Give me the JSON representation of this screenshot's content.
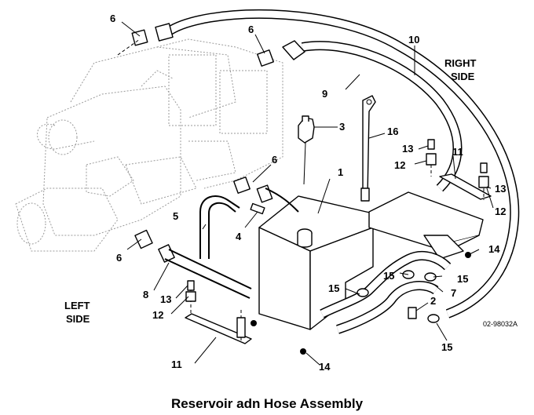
{
  "caption": "Reservoir adn Hose Assembly",
  "figure_code": "02-98032A",
  "side_labels": {
    "right_line1": "RIGHT",
    "right_line2": "SIDE",
    "left_line1": "LEFT",
    "left_line2": "SIDE"
  },
  "callouts": {
    "c1": "1",
    "c2": "2",
    "c3": "3",
    "c4": "4",
    "c5": "5",
    "c6a": "6",
    "c6b": "6",
    "c6c": "6",
    "c6d": "6",
    "c7": "7",
    "c8": "8",
    "c9": "9",
    "c10": "10",
    "c11a": "11",
    "c11b": "11",
    "c12a": "12",
    "c12b": "12",
    "c12c": "12",
    "c13a": "13",
    "c13b": "13",
    "c13c": "13",
    "c14a": "14",
    "c14b": "14",
    "c15a": "15",
    "c15b": "15",
    "c15c": "15",
    "c15d": "15",
    "c16": "16"
  }
}
